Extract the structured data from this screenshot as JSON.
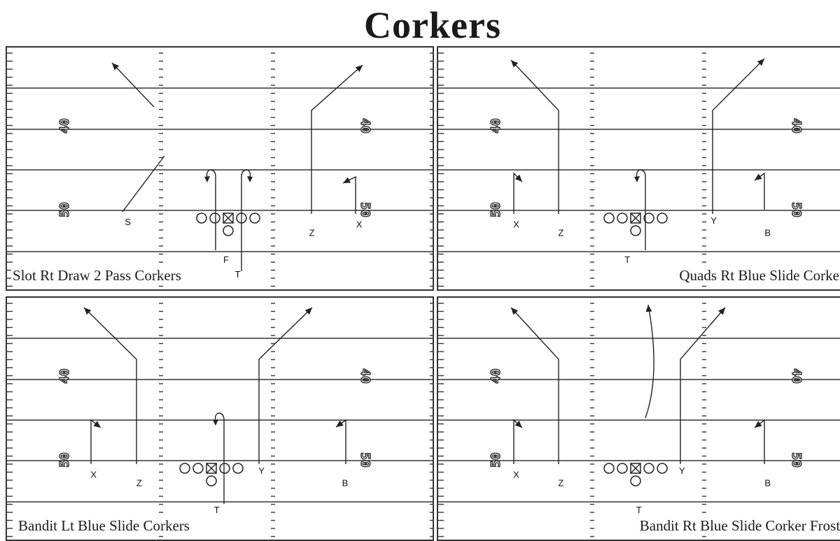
{
  "title": "Corkers",
  "plays": [
    {
      "caption": "Slot Rt Draw 2 Pass Corkers",
      "players": [
        {
          "label": "S",
          "col": 0.275,
          "row": 0.725
        },
        {
          "label": "Z",
          "col": 0.705,
          "row": 0.77
        },
        {
          "label": "X",
          "col": 0.815,
          "row": 0.735
        },
        {
          "label": "F",
          "col": 0.505,
          "row": 0.88
        },
        {
          "label": "T",
          "col": 0.532,
          "row": 0.94
        }
      ]
    },
    {
      "caption": "Quads Rt Blue Slide Corker",
      "players": [
        {
          "label": "X",
          "col": 0.175,
          "row": 0.735
        },
        {
          "label": "Z",
          "col": 0.28,
          "row": 0.77
        },
        {
          "label": "Y",
          "col": 0.636,
          "row": 0.72
        },
        {
          "label": "B",
          "col": 0.762,
          "row": 0.77
        },
        {
          "label": "T",
          "col": 0.435,
          "row": 0.88
        }
      ]
    },
    {
      "caption": "Bandit Lt Blue Slide Corkers",
      "players": [
        {
          "label": "X",
          "col": 0.195,
          "row": 0.735
        },
        {
          "label": "Z",
          "col": 0.302,
          "row": 0.77
        },
        {
          "label": "Y",
          "col": 0.587,
          "row": 0.72
        },
        {
          "label": "B",
          "col": 0.782,
          "row": 0.77
        },
        {
          "label": "T",
          "col": 0.483,
          "row": 0.88
        }
      ]
    },
    {
      "caption": "Bandit Rt Blue Slide Corker Frosti",
      "players": [
        {
          "label": "X",
          "col": 0.175,
          "row": 0.735
        },
        {
          "label": "Z",
          "col": 0.28,
          "row": 0.77
        },
        {
          "label": "Y",
          "col": 0.562,
          "row": 0.72
        },
        {
          "label": "B",
          "col": 0.762,
          "row": 0.77
        },
        {
          "label": "T",
          "col": 0.462,
          "row": 0.88
        }
      ]
    }
  ],
  "yard_numbers": {
    "upper": "40",
    "lower": "50"
  }
}
